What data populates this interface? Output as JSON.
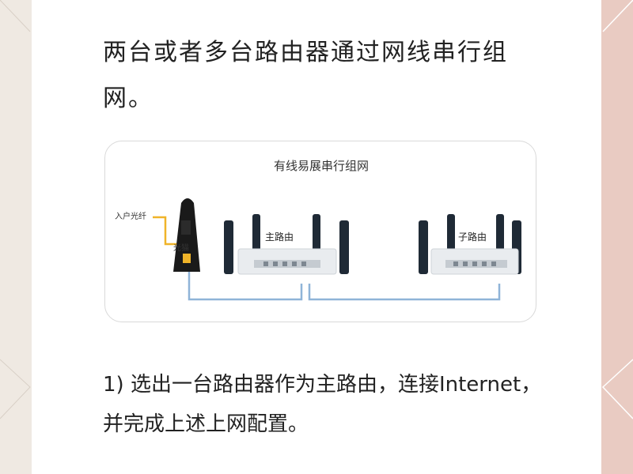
{
  "heading": "两台或者多台路由器通过网线串行组网。",
  "diagram": {
    "title": "有线易展串行组网",
    "fiber_label": "入户光纤",
    "modem_label": "光猫",
    "main_router_label": "主路由",
    "sub_router_label": "子路由"
  },
  "step_text": "1) 选出一台路由器作为主路由，连接Internet，并完成上述上网配置。",
  "colors": {
    "cable": "#8fb4d8",
    "fiber": "#f0b429",
    "router_body": "#1f2a36"
  }
}
